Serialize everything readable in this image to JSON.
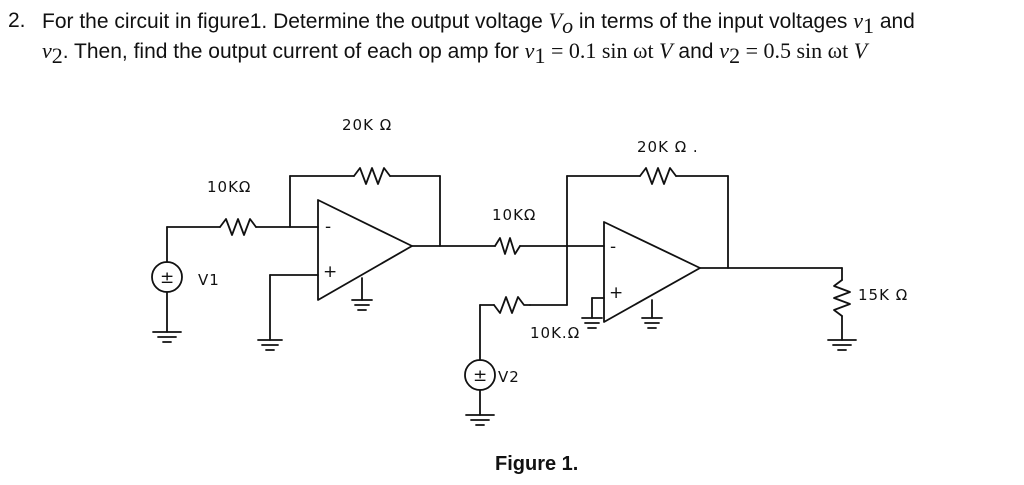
{
  "problem": {
    "number": "2.",
    "line1_a": "For the circuit in figure1. Determine the output voltage ",
    "vo_symbol": "V",
    "vo_sub": "o",
    "line1_b": " in terms of the input voltages ",
    "v1_symbol": "v",
    "v1_sub": "1",
    "line1_c": " and",
    "v2_symbol": "v",
    "v2_sub": "2",
    "line2_a": ". Then, find the output current of each op amp for ",
    "eq1": " = 0.1 sin ωt ",
    "eq1_unit": "V",
    "line2_b": " and ",
    "eq2": " = 0.5 sin ωt ",
    "eq2_unit": "V"
  },
  "figure": {
    "caption": "Figure 1.",
    "labels": {
      "r_feedback_1": "20K Ω",
      "r_input_1": "10KΩ",
      "r_mid": "10KΩ",
      "r_v2": "10K.Ω",
      "r_feedback_2": "20K Ω .",
      "r_load": "15K Ω",
      "source_1": "V1",
      "source_2": "V2",
      "op1_minus": "-",
      "op1_plus": "+",
      "op2_minus": "-",
      "op2_plus": "+",
      "plus_minus": "±"
    }
  }
}
